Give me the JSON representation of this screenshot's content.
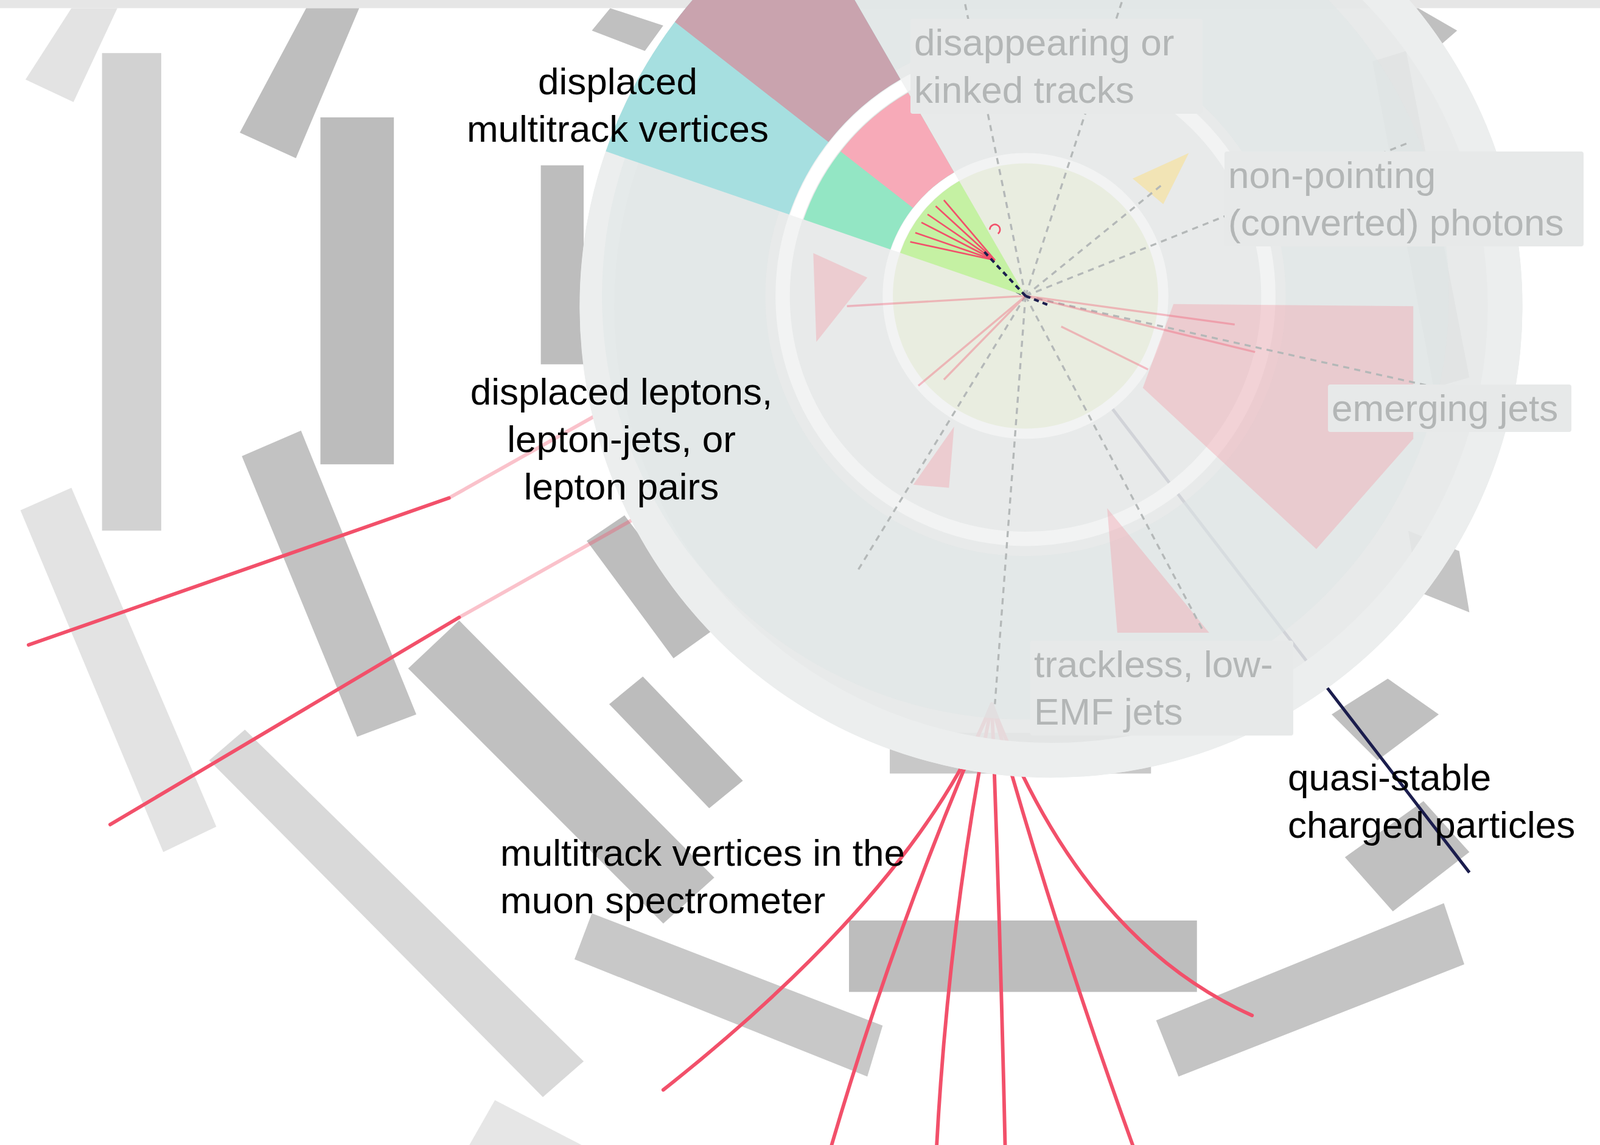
{
  "diagram": {
    "labels": [
      "disappearing or kinked tracks",
      "displaced multitrack vertices",
      "non-pointing (converted) photons",
      "displaced leptons, lepton-jets, or lepton pairs",
      "emerging jets",
      "trackless, low-EMF jets",
      "quasi-stable charged particles",
      "multitrack vertices in the muon spectrometer"
    ]
  }
}
